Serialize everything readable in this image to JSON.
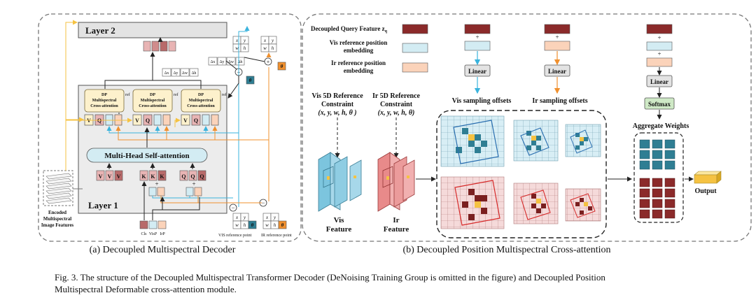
{
  "panel_a": {
    "subcaption": "(a) Decoupled Multispectral Decoder",
    "layer2": "Layer 2",
    "layer1": "Layer 1",
    "dp_label_1": "DP",
    "dp_label_2": "Multispectral",
    "dp_label_3": "Cross-attention",
    "ref": "ref",
    "v": "V",
    "q": "Q",
    "k": "K",
    "mhsa": "Multi-Head Self-attention",
    "encoded_1": "Encoded",
    "encoded_2": "Multispectral",
    "encoded_3": "Image Features",
    "tok_cls": "Cls",
    "tok_visp": "VisP",
    "tok_irp": "IrP",
    "vis_ref_point": "VIS reference point",
    "ir_ref_point": "IR reference point",
    "x": "x",
    "y": "y",
    "w": "w",
    "h": "h",
    "theta": "θ",
    "dx": "Δx",
    "dy": "Δy",
    "dw": "Δw",
    "dh": "Δh",
    "plus": "+",
    "minus": "−"
  },
  "panel_b": {
    "subcaption": "(b) Decoupled Position Multispectral Cross-attention",
    "legend_query": "Decoupled Query Feature z",
    "legend_query_sub": "q",
    "legend_vis_1": "Vis reference position",
    "legend_vis_2": "embedding",
    "legend_ir_1": "Ir reference position",
    "legend_ir_2": "embedding",
    "linear": "Linear",
    "softmax": "Softmax",
    "plus": "+",
    "vis_sampling": "Vis sampling offsets",
    "ir_sampling": "Ir sampling offsets",
    "vis_constraint_1": "Vis 5D Reference",
    "vis_constraint_2": "Constraint",
    "vis_constraint_3": "(x, y, w, h, θ )",
    "ir_constraint_1": "Ir 5D Reference",
    "ir_constraint_2": "Constraint",
    "ir_constraint_3": "(x, y, w, h, θ)",
    "vis_feature_1": "Vis",
    "vis_feature_2": "Feature",
    "ir_feature_1": "Ir",
    "ir_feature_2": "Feature",
    "aggregate": "Aggregate  Weights",
    "output": "Output"
  },
  "caption": {
    "line1": "Fig. 3.  The structure of the Decoupled Multispectral Transformer Decoder (DeNoising Training Group is omitted in the figure) and Decoupled Position",
    "line2": "Multispectral Deformable cross-attention module."
  },
  "colors": {
    "dark_red": "#8b2a2a",
    "light_blue": "#d3ecf3",
    "light_orange": "#fbd3ba",
    "vis_blue": "#3ab3dd",
    "ir_orange": "#f0902e",
    "ir_red": "#c8323a",
    "teal": "#2f7e93",
    "cream": "#fdf1cc",
    "panel_gray": "#ececec",
    "yellow": "#f5c242"
  }
}
